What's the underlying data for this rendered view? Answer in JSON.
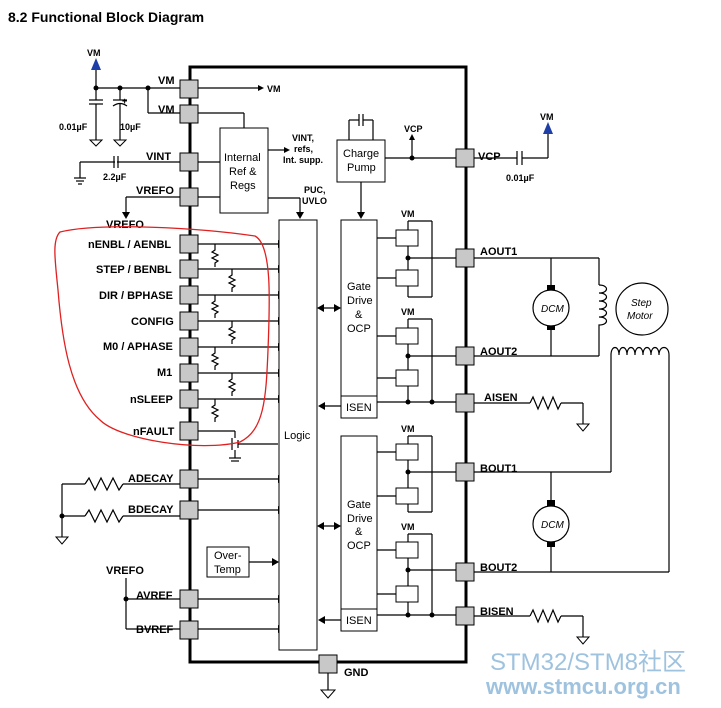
{
  "header": {
    "title": "8.2   Functional Block Diagram"
  },
  "left_pins": {
    "vm_top": "VM",
    "vm_second": "VM",
    "vint": "VINT",
    "vrefo": "VREFO",
    "nenbl": "nENBL / AENBL",
    "step": "STEP / BENBL",
    "dir": "DIR / BPHASE",
    "config": "CONFIG",
    "m0": "M0 / APHASE",
    "m1": "M1",
    "nsleep": "nSLEEP",
    "nfault": "nFAULT",
    "adecay": "ADECAY",
    "bdecay": "BDECAY",
    "avref": "AVREF",
    "bvref": "BVREF"
  },
  "right_pins": {
    "vcp": "VCP",
    "aout1": "AOUT1",
    "aout2": "AOUT2",
    "aisen": "AISEN",
    "bout1": "BOUT1",
    "bout2": "BOUT2",
    "bisen": "BISEN",
    "gnd": "GND"
  },
  "external": {
    "vm_supply_left": "VM",
    "vm_supply_right": "VM",
    "cap_001_left": "0.01µF",
    "cap_10": "10µF",
    "cap_22": "2.2µF",
    "cap_001_right": "0.01µF",
    "plus_sign": "+",
    "vrefo_out": "VREFO",
    "vrefo_in": "VREFO",
    "vm_arrow": "VM"
  },
  "internal": {
    "ref_regs_line1": "Internal",
    "ref_regs_line2": "Ref &",
    "ref_regs_line3": "Regs",
    "ref_out_line1": "VINT,",
    "ref_out_line2": "refs,",
    "ref_out_line3": "Int. supp.",
    "puc_line1": "PUC,",
    "puc_line2": "UVLO",
    "charge_pump_line1": "Charge",
    "charge_pump_line2": "Pump",
    "vcp_label": "VCP",
    "logic": "Logic",
    "gate_a_line1": "Gate",
    "gate_a_line2": "Drive",
    "gate_a_line3": "&",
    "gate_a_line4": "OCP",
    "gate_b_line1": "Gate",
    "gate_b_line2": "Drive",
    "gate_b_line3": "&",
    "gate_b_line4": "OCP",
    "isen_a": "ISEN",
    "isen_b": "ISEN",
    "overtemp_line1": "Over-",
    "overtemp_line2": "Temp",
    "vm_fet1": "VM",
    "vm_fet2": "VM",
    "vm_fet3": "VM",
    "vm_fet4": "VM"
  },
  "motors": {
    "dcm_top": "DCM",
    "dcm_bottom": "DCM",
    "step_motor_line1": "Step",
    "step_motor_line2": "Motor"
  },
  "watermark": {
    "line1": "STM32/STM8社区",
    "line2": "www.stmcu.org.cn"
  },
  "colors": {
    "pin_fill": "#c8c8c8",
    "annotation_red": "#e02020",
    "supply_arrow_blue": "#1f3fa8",
    "watermark": "#9fc3df"
  }
}
